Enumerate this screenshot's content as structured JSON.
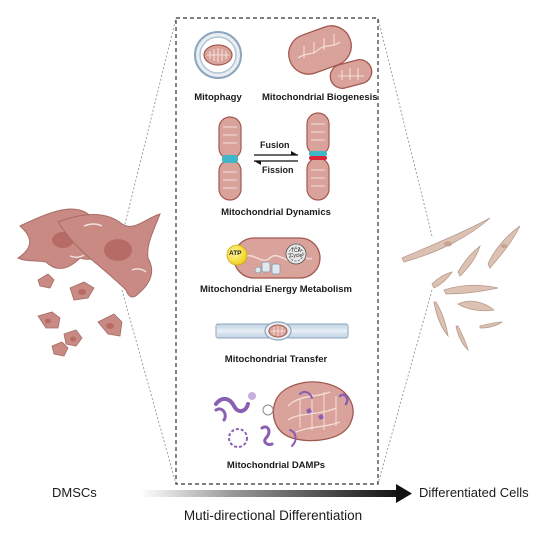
{
  "panel": {
    "mitophagy": "Mitophagy",
    "biogenesis": "Mitochondrial Biogenesis",
    "dynamics": "Mitochondrial Dynamics",
    "fusion": "Fusion",
    "fission": "Fission",
    "energy": "Mitochondrial Energy Metabolism",
    "atp": "ATP",
    "tca": "TCA Cycle",
    "transfer": "Mitochondrial Transfer",
    "damps": "Mitochondrial DAMPs"
  },
  "bottom": {
    "source": "DMSCs",
    "target": "Differentiated Cells",
    "process": "Muti-directional Differentiation"
  },
  "colors": {
    "mito_fill": "#d9a39b",
    "mito_edge": "#a2584f",
    "cell_fill": "#c98a84",
    "nucleus": "#b76b66",
    "diff_cell": "#dcc2b3",
    "damp_purple": "#8a5fb3",
    "arrow_dark": "#111111",
    "dash_border": "#333333"
  }
}
